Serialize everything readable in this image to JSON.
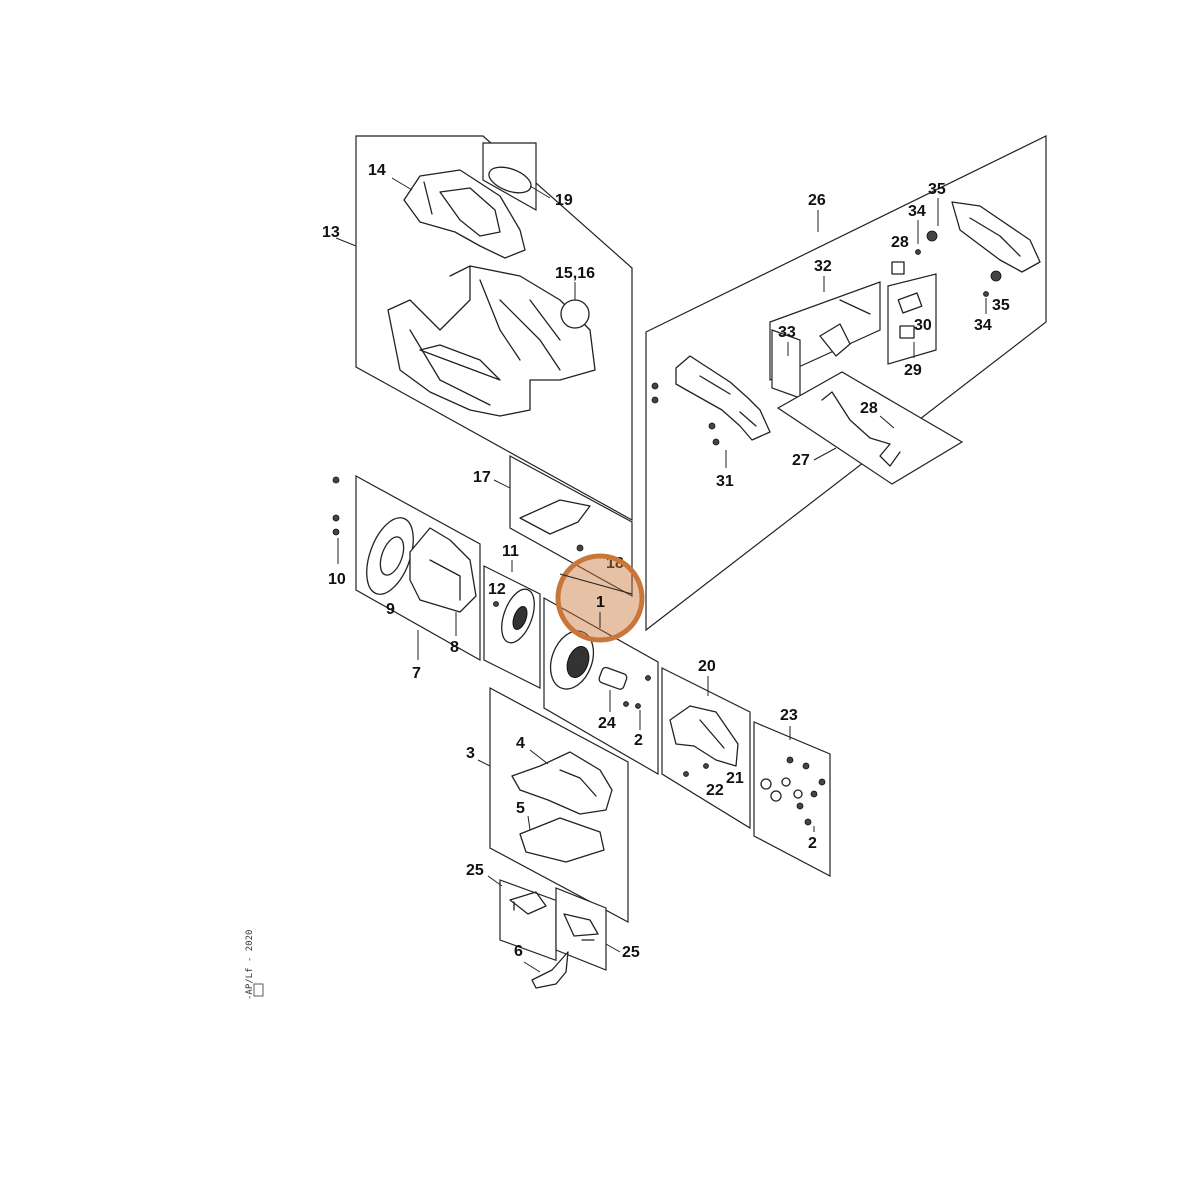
{
  "callouts": {
    "c1": "1",
    "c2a": "2",
    "c2b": "2",
    "c3": "3",
    "c4": "4",
    "c5": "5",
    "c6": "6",
    "c7": "7",
    "c8": "8",
    "c9": "9",
    "c10": "10",
    "c11": "11",
    "c12": "12",
    "c13": "13",
    "c14": "14",
    "c15_16": "15,16",
    "c17": "17",
    "c18": "18",
    "c19": "19",
    "c20": "20",
    "c21": "21",
    "c22": "22",
    "c23": "23",
    "c24": "24",
    "c25a": "25",
    "c25b": "25",
    "c26": "26",
    "c27": "27",
    "c28a": "28",
    "c28b": "28",
    "c29": "29",
    "c30": "30",
    "c31": "31",
    "c32": "32",
    "c33": "33",
    "c34a": "34",
    "c34b": "34",
    "c35a": "35",
    "c35b": "35"
  },
  "watermark": "-AP/Lf - 2020",
  "highlight": {
    "part": "1",
    "color": "#c8763a"
  }
}
